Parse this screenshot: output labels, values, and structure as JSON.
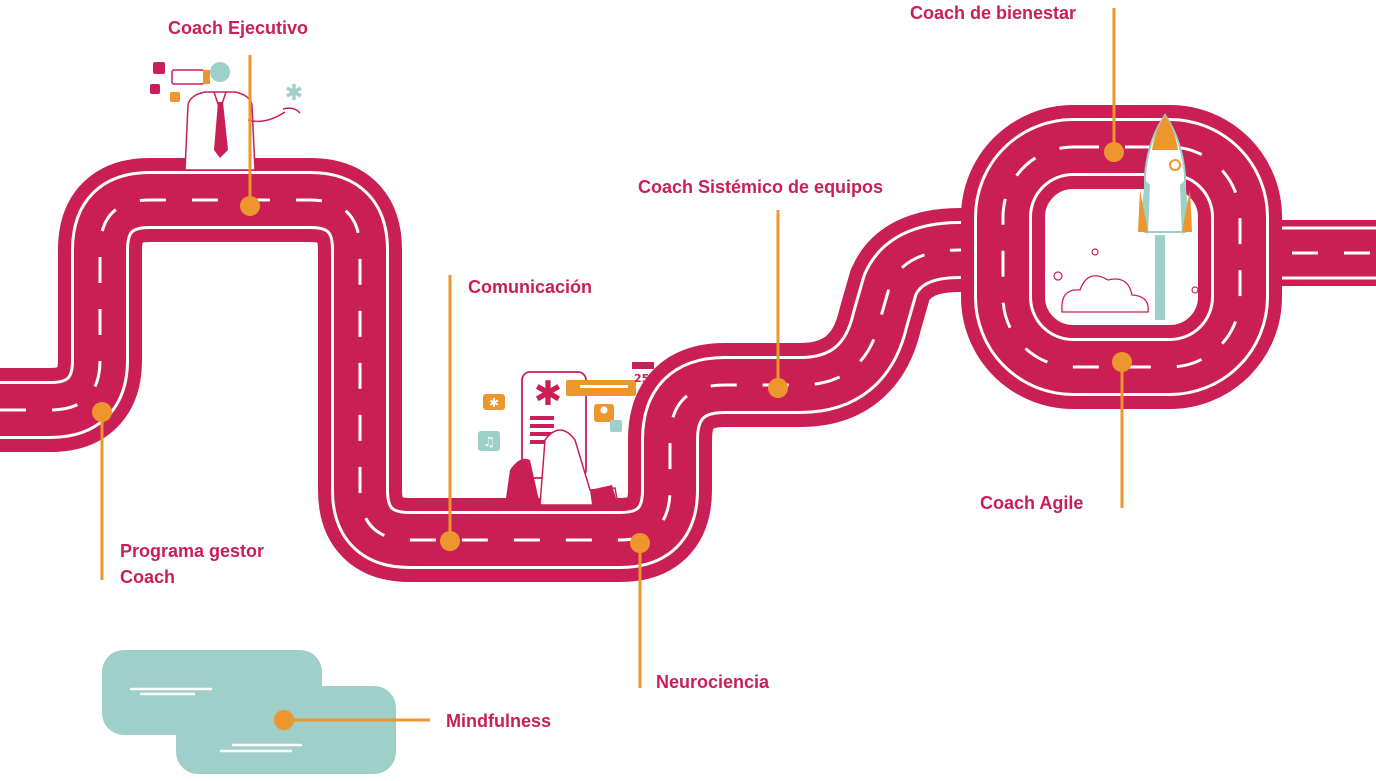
{
  "colors": {
    "road": "#c91f55",
    "road_line": "#ffffff",
    "marker": "#ee962e",
    "label_text": "#c91f55",
    "illustration_teal": "#9ecfc9",
    "illustration_orange": "#ee962e"
  },
  "labels": {
    "coach_ejecutivo": "Coach Ejecutivo",
    "coach_bienestar": "Coach de bienestar",
    "coach_sistemico": "Coach Sistémico de equipos",
    "comunicacion": "Comunicación",
    "programa_gestor_line1": "Programa gestor",
    "programa_gestor_line2": "Coach",
    "coach_agile": "Coach Agile",
    "neurociencia": "Neurociencia",
    "mindfulness": "Mindfulness"
  },
  "illustrations": {
    "phone_date": "25",
    "executive": "businessman-illustration",
    "phone": "smartphone-hands-illustration",
    "rocket": "rocket-launch-illustration",
    "chat": "chat-bubbles-illustration"
  },
  "icons": [
    "gear-icon",
    "checklist-icon",
    "sparkle-icon",
    "music-note-icon",
    "person-icon",
    "calendar-icon"
  ]
}
